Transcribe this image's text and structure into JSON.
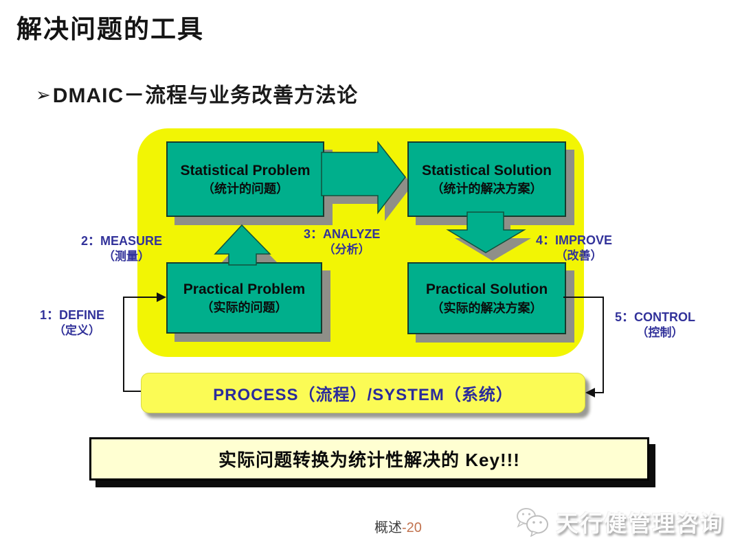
{
  "slide": {
    "title": "解决问题的工具",
    "subtitle_bullet": "➢",
    "subtitle": "DMAIC－流程与业务改善方法论"
  },
  "diagram": {
    "boxes": {
      "statistical_problem": {
        "en": "Statistical Problem",
        "cn": "（统计的问题）"
      },
      "statistical_solution": {
        "en": "Statistical Solution",
        "cn": "（统计的解决方案）"
      },
      "practical_problem": {
        "en": "Practical Problem",
        "cn": "（实际的问题）"
      },
      "practical_solution": {
        "en": "Practical Solution",
        "cn": "（实际的解决方案）"
      }
    },
    "steps": [
      {
        "label": "1：DEFINE",
        "cn": "（定义）"
      },
      {
        "label": "2：MEASURE",
        "cn": "（测量）"
      },
      {
        "label": "3：ANALYZE",
        "cn": "（分析）"
      },
      {
        "label": "4：IMPROVE",
        "cn": "（改善）"
      },
      {
        "label": "5：CONTROL",
        "cn": "（控制）"
      }
    ],
    "process_bar": "PROCESS（流程）/SYSTEM（系统）",
    "key_note": "实际问题转换为统计性解决的 Key!!!"
  },
  "footer": {
    "page_label": "概述",
    "page_number": "-20"
  },
  "watermark": {
    "text": "天行健管理咨询",
    "icon": "chat-bubbles-icon"
  },
  "colors": {
    "panel_yellow": "#f2f504",
    "bar_yellow": "#fbfb55",
    "key_yellow": "#ffffd2",
    "box_green": "#00af8c",
    "shadow_gray": "#8f8f88",
    "step_blue": "#32329a",
    "page_number_orange": "#c2734f"
  }
}
